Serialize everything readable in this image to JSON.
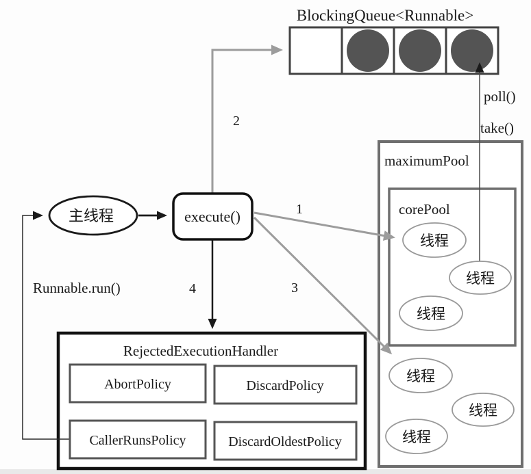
{
  "diagram": {
    "title": "BlockingQueue<Runnable>",
    "queue": {
      "cells": [
        {
          "filled": false
        },
        {
          "filled": true
        },
        {
          "filled": true
        },
        {
          "filled": true
        }
      ]
    },
    "nodes": {
      "main_thread": {
        "label": "主线程"
      },
      "execute": {
        "label": "execute()"
      },
      "maximum_pool": {
        "label": "maximumPool"
      },
      "core_pool": {
        "label": "corePool"
      },
      "thread_label": "线程",
      "rejected_execution_handler": {
        "label": "RejectedExecutionHandler"
      },
      "policies": {
        "abort": "AbortPolicy",
        "discard": "DiscardPolicy",
        "caller_runs": "CallerRunsPolicy",
        "discard_oldest": "DiscardOldestPolicy"
      }
    },
    "labels": {
      "step1": "1",
      "step2": "2",
      "step3": "3",
      "step4": "4",
      "poll": "poll()",
      "take": "take()",
      "runnable_run": "Runnable.run()"
    },
    "colors": {
      "line_black": "#1a1a1a",
      "arrow_gray": "#9c9c9c",
      "pool_border": "#6e6e6e",
      "queue_border": "#424242",
      "task_circle": "#545454"
    }
  }
}
